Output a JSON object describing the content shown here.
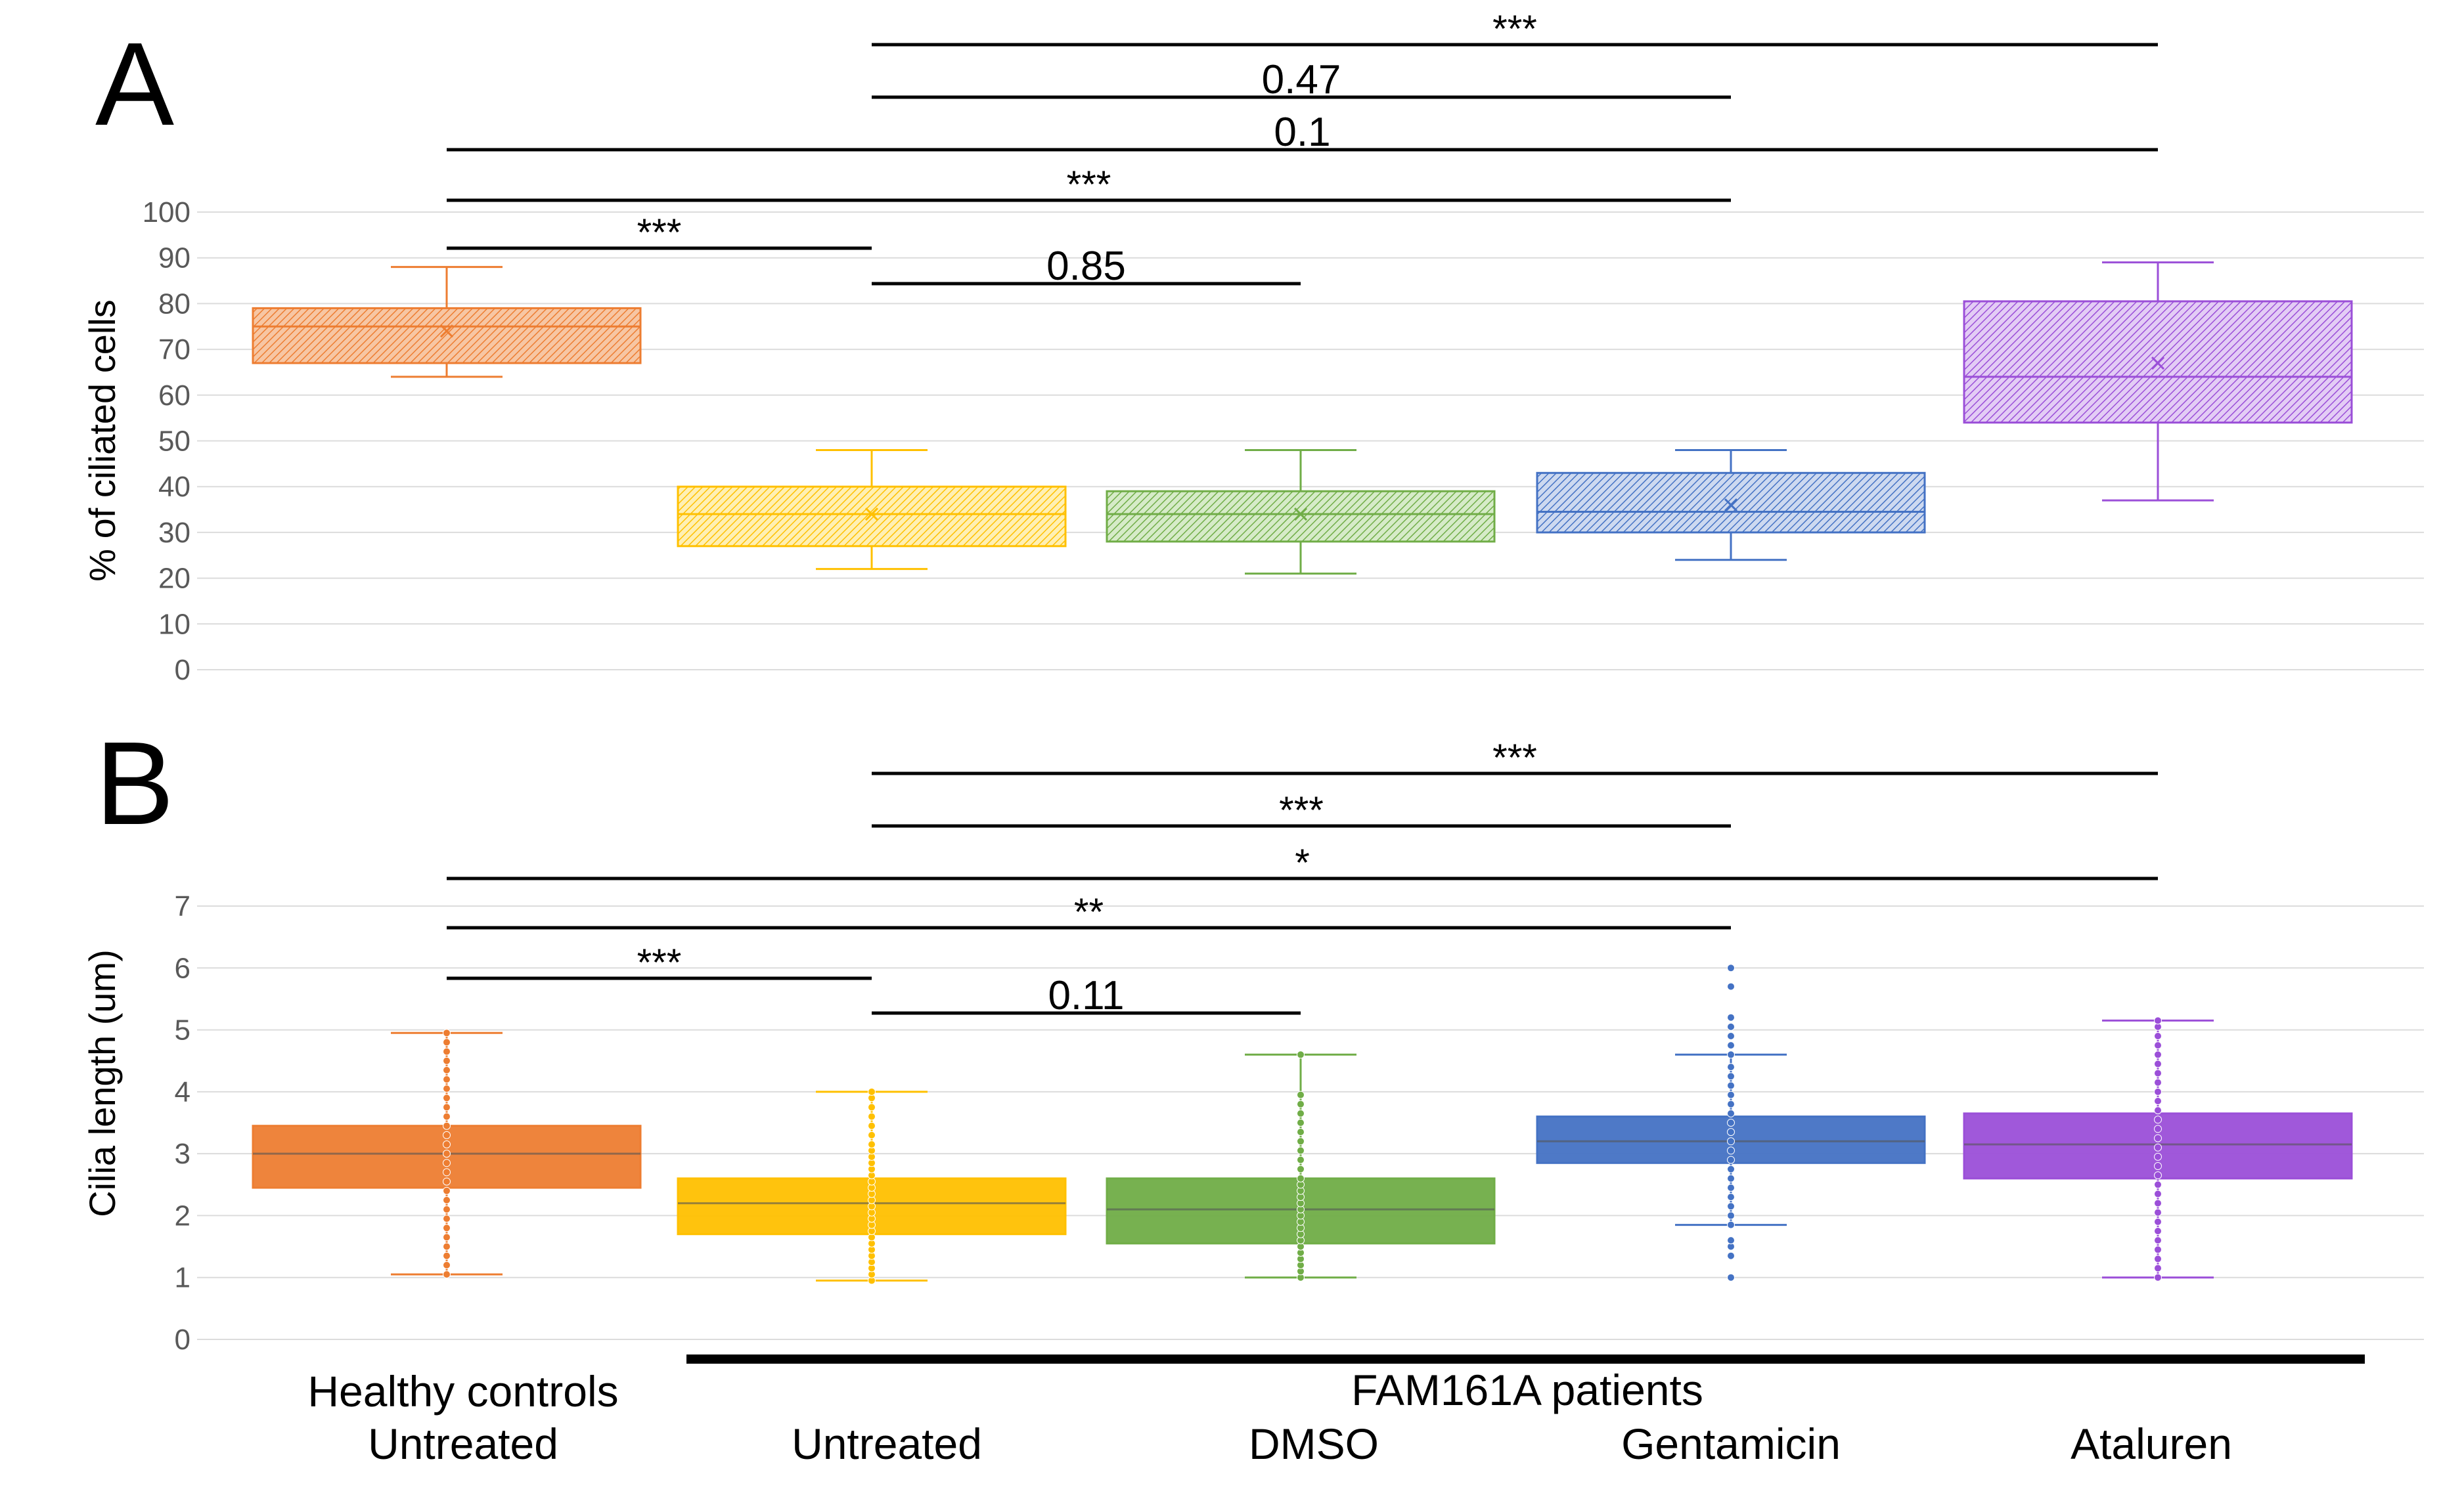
{
  "panels": [
    {
      "letter": "A"
    },
    {
      "letter": "B"
    }
  ],
  "group_labels": {
    "fam_label": "FAM161A patients",
    "healthy_line1": "Healthy controls",
    "healthy_line2": "Untreated",
    "categories": [
      "Untreated",
      "DMSO",
      "Gentamicin",
      "Ataluren"
    ]
  },
  "colors": {
    "healthy": "#ED7D31",
    "untreated": "#FFC000",
    "dmso": "#70AD47",
    "gentamicin": "#4472C4",
    "ataluren": "#9B4FD8"
  },
  "chart_data": [
    {
      "type": "box",
      "panel": "A",
      "ylabel": "% of ciliated cells",
      "ylim": [
        0,
        100
      ],
      "yticks": [
        "0",
        "10",
        "20",
        "30",
        "40",
        "50",
        "60",
        "70",
        "80",
        "90",
        "100"
      ],
      "grid": true,
      "groups": [
        {
          "name": "Healthy controls Untreated",
          "min": 64,
          "q1": 67,
          "median": 75,
          "mean": 74,
          "q3": 79,
          "max": 88
        },
        {
          "name": "Untreated",
          "min": 22,
          "q1": 27,
          "median": 34,
          "mean": 34,
          "q3": 40,
          "max": 48
        },
        {
          "name": "DMSO",
          "min": 21,
          "q1": 28,
          "median": 34,
          "mean": 34,
          "q3": 39,
          "max": 48
        },
        {
          "name": "Gentamicin",
          "min": 24,
          "q1": 30,
          "median": 34.5,
          "mean": 36,
          "q3": 43,
          "max": 48
        },
        {
          "name": "Ataluren",
          "min": 37,
          "q1": 54,
          "median": 64,
          "mean": 67,
          "q3": 80.5,
          "max": 89
        }
      ],
      "comparisons": [
        {
          "from": 1,
          "to": 4,
          "label": "***"
        },
        {
          "from": 1,
          "to": 3,
          "label": "0.47"
        },
        {
          "from": 0,
          "to": 4,
          "label": "0.1"
        },
        {
          "from": 0,
          "to": 3,
          "label": "***"
        },
        {
          "from": 0,
          "to": 1,
          "label": "***"
        },
        {
          "from": 1,
          "to": 2,
          "label": "0.85"
        }
      ]
    },
    {
      "type": "box",
      "panel": "B",
      "ylabel": "Cilia length (um)",
      "ylim": [
        0,
        7
      ],
      "yticks": [
        "0",
        "1",
        "2",
        "3",
        "4",
        "5",
        "6",
        "7"
      ],
      "grid": true,
      "groups": [
        {
          "name": "Healthy controls Untreated",
          "min": 1.05,
          "q1": 2.45,
          "median": 3.0,
          "q3": 3.45,
          "max": 4.95,
          "points": [
            1.05,
            1.2,
            1.35,
            1.5,
            1.65,
            1.8,
            1.95,
            2.1,
            2.25,
            2.4,
            2.55,
            2.7,
            2.85,
            3.0,
            3.15,
            3.3,
            3.45,
            3.6,
            3.75,
            3.9,
            4.05,
            4.2,
            4.35,
            4.5,
            4.65,
            4.8,
            4.95
          ]
        },
        {
          "name": "Untreated",
          "min": 0.95,
          "q1": 1.7,
          "median": 2.2,
          "q3": 2.6,
          "max": 4.0,
          "points": [
            0.95,
            1.05,
            1.15,
            1.25,
            1.35,
            1.45,
            1.55,
            1.65,
            1.75,
            1.85,
            1.95,
            2.05,
            2.15,
            2.25,
            2.35,
            2.45,
            2.55,
            2.65,
            2.75,
            2.85,
            2.95,
            3.05,
            3.15,
            3.3,
            3.45,
            3.6,
            3.75,
            3.9,
            4.0
          ]
        },
        {
          "name": "DMSO",
          "min": 1.0,
          "q1": 1.55,
          "median": 2.1,
          "q3": 2.6,
          "max": 4.6,
          "points": [
            1.0,
            1.1,
            1.2,
            1.3,
            1.4,
            1.5,
            1.6,
            1.7,
            1.8,
            1.9,
            2.0,
            2.1,
            2.2,
            2.3,
            2.4,
            2.5,
            2.6,
            2.75,
            2.9,
            3.05,
            3.2,
            3.35,
            3.5,
            3.65,
            3.8,
            3.95,
            4.6
          ]
        },
        {
          "name": "Gentamicin",
          "min": 1.85,
          "q1": 2.85,
          "median": 3.2,
          "q3": 3.6,
          "max": 4.6,
          "points": [
            1.0,
            1.35,
            1.5,
            1.6,
            1.85,
            2.0,
            2.15,
            2.3,
            2.45,
            2.6,
            2.75,
            2.9,
            3.05,
            3.2,
            3.35,
            3.5,
            3.65,
            3.8,
            3.95,
            4.1,
            4.25,
            4.4,
            4.6,
            4.75,
            4.9,
            5.05,
            5.2,
            5.7,
            6.0
          ]
        },
        {
          "name": "Ataluren",
          "min": 1.0,
          "q1": 2.6,
          "median": 3.15,
          "q3": 3.65,
          "max": 5.15,
          "points": [
            1.0,
            1.15,
            1.3,
            1.45,
            1.6,
            1.75,
            1.9,
            2.05,
            2.2,
            2.35,
            2.5,
            2.65,
            2.8,
            2.95,
            3.1,
            3.25,
            3.4,
            3.55,
            3.7,
            3.85,
            4.0,
            4.15,
            4.3,
            4.45,
            4.6,
            4.75,
            4.9,
            5.05,
            5.15
          ]
        }
      ],
      "comparisons": [
        {
          "from": 1,
          "to": 4,
          "label": "***"
        },
        {
          "from": 1,
          "to": 3,
          "label": "***"
        },
        {
          "from": 0,
          "to": 4,
          "label": "*"
        },
        {
          "from": 0,
          "to": 3,
          "label": "**"
        },
        {
          "from": 0,
          "to": 1,
          "label": "***"
        },
        {
          "from": 1,
          "to": 2,
          "label": "0.11"
        }
      ]
    }
  ]
}
